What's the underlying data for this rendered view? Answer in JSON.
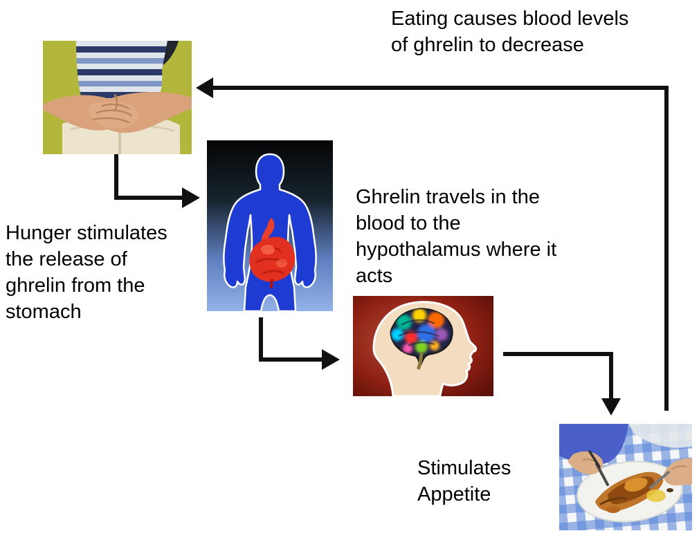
{
  "canvas": {
    "background": "#ffffff",
    "text_color": "#000000",
    "arrow_color": "#111111"
  },
  "labels": {
    "eating_feedback": "Eating causes blood levels\nof ghrelin to decrease",
    "hunger_release": "Hunger stimulates\nthe release of\nghrelin from the\nstomach",
    "ghrelin_travels": "Ghrelin travels in the\nblood to the\nhypothalamus where it\nacts",
    "stimulates_appetite": "Stimulates\nAppetite"
  },
  "nodes": {
    "hunger_photo": {
      "alt": "Person pressing crossed hands on empty stomach"
    },
    "body_figure": {
      "alt": "Blue human body silhouette with stomach and gut highlighted in red"
    },
    "brain_head": {
      "alt": "Head profile with colorful brain showing the hypothalamus"
    },
    "eating_photo": {
      "alt": "Person eating a plate of food on a blue checked tablecloth"
    }
  },
  "colors": {
    "body_blue": "#1e3cd2",
    "stomach_red": "#e1301f",
    "head_skin": "#f3dcc0",
    "head_bg_red": "#8c1f12",
    "gingham_blue": "#5b87d8",
    "photo_olive": "#b2b63b"
  }
}
